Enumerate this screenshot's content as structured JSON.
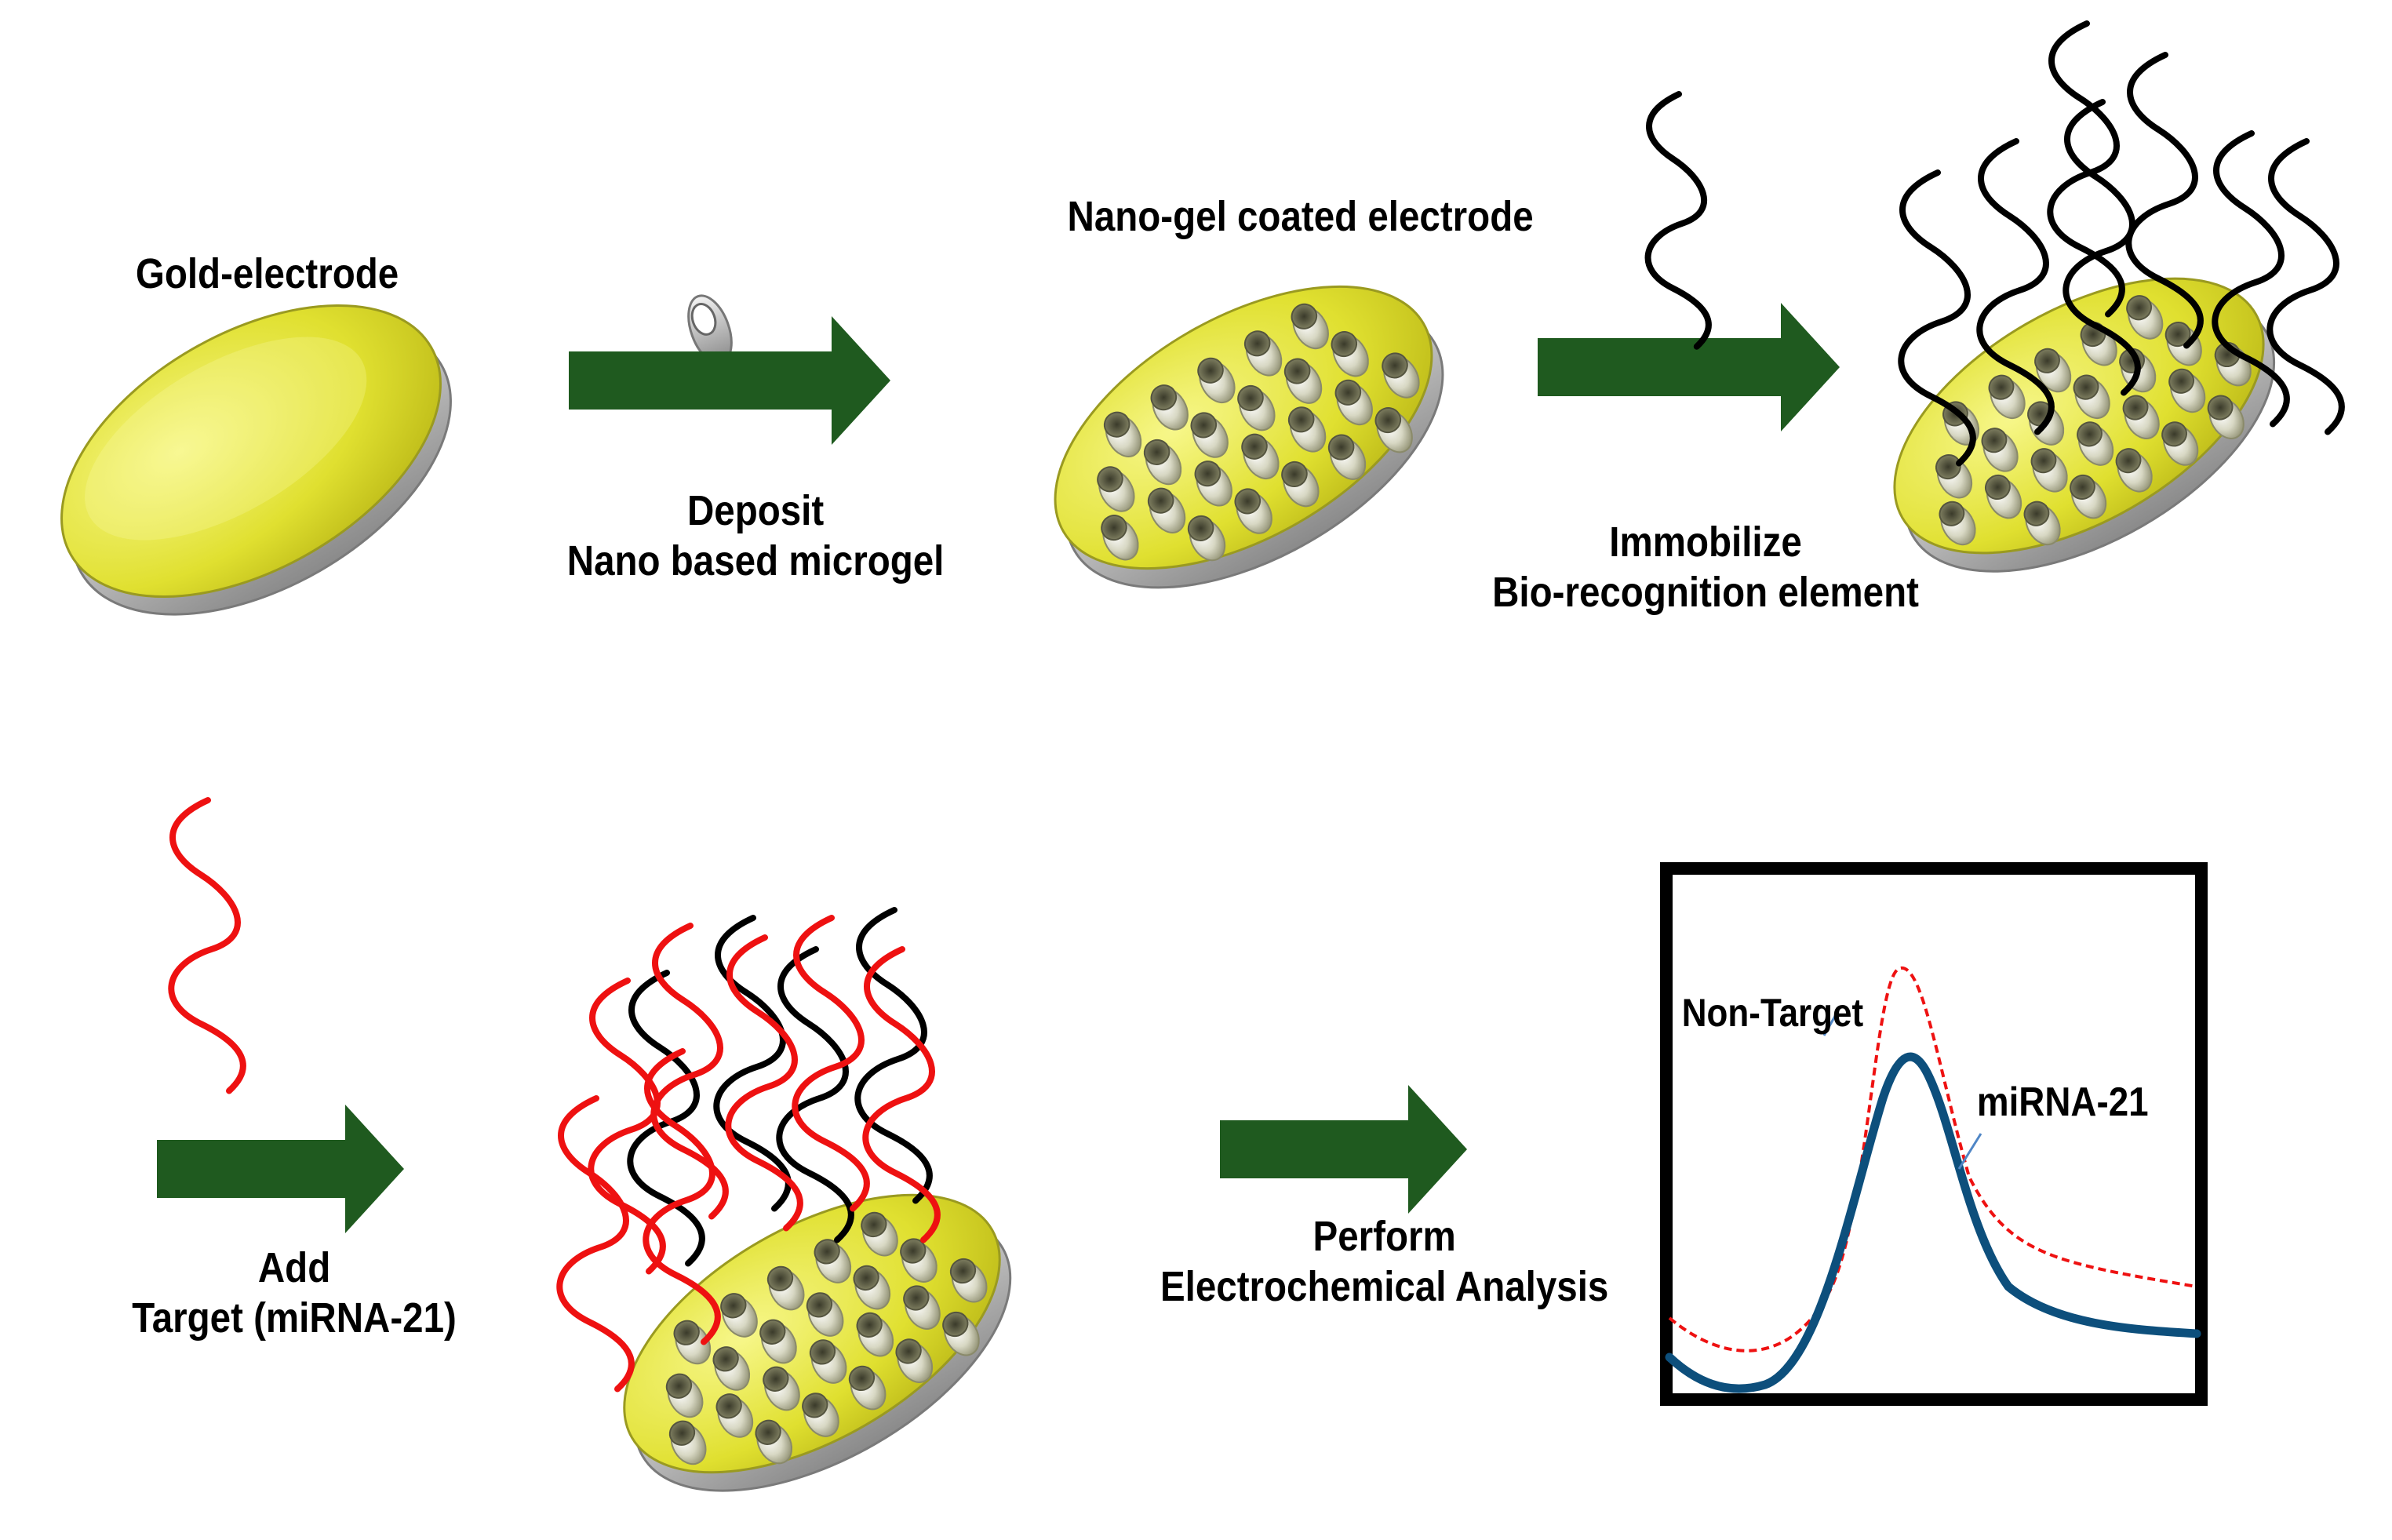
{
  "labels": {
    "gold_electrode": "Gold-electrode",
    "nano_gel_electrode": "Nano-gel coated electrode",
    "deposit": "Deposit",
    "nano_microgel": "Nano based microgel",
    "immobilize": "Immobilize",
    "bio_recognition": "Bio-recognition element",
    "add": "Add",
    "target": "Target (miRNA-21)",
    "perform": "Perform",
    "electrochemical": "Electrochemical Analysis"
  },
  "plot": {
    "non_target_label": "Non-Target",
    "mirna_label": "miRNA-21"
  },
  "colors": {
    "arrow": "#1f5a1f",
    "gold": "#e6e63a",
    "target_strand": "#ee1111",
    "probe_strand": "#000000",
    "mirna_curve": "#0d4f7c",
    "non_target_curve": "#ee1111"
  }
}
